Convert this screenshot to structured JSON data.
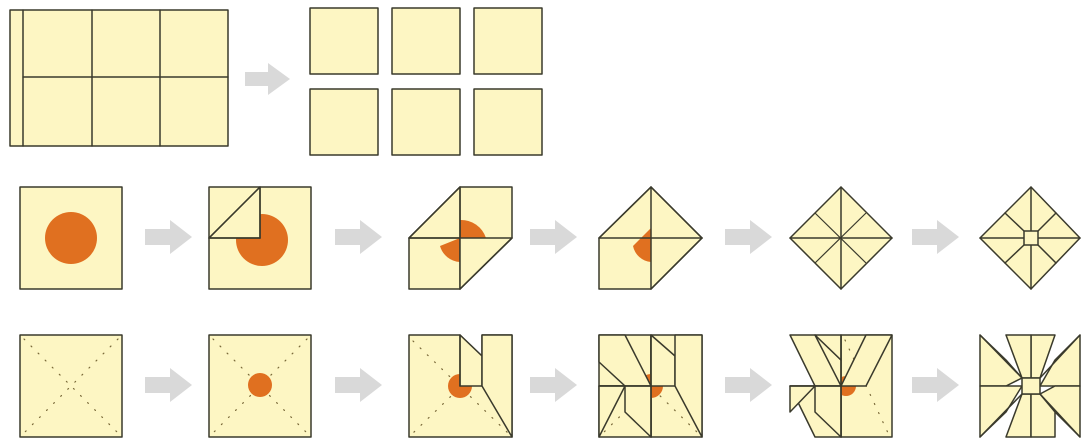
{
  "colors": {
    "paper": "#fdf6c3",
    "outline": "#3a3a2c",
    "dot": "#e07020",
    "arrow": "#d9d9d9",
    "crease": "#7a6a3a",
    "background": "#ffffff"
  },
  "steps": {
    "row1": [
      "cut-sheet",
      "six-squares"
    ],
    "row2": [
      "circle-square",
      "fold-corner-1",
      "fold-corner-2",
      "fold-corner-3",
      "fold-corner-4",
      "center-square"
    ],
    "row3": [
      "creased-square",
      "dot-square",
      "pinwheel-fold-1",
      "pinwheel-fold-2",
      "pinwheel-fold-3",
      "pinwheel-finished"
    ]
  },
  "icons": {
    "arrow": "right-arrow-icon"
  }
}
